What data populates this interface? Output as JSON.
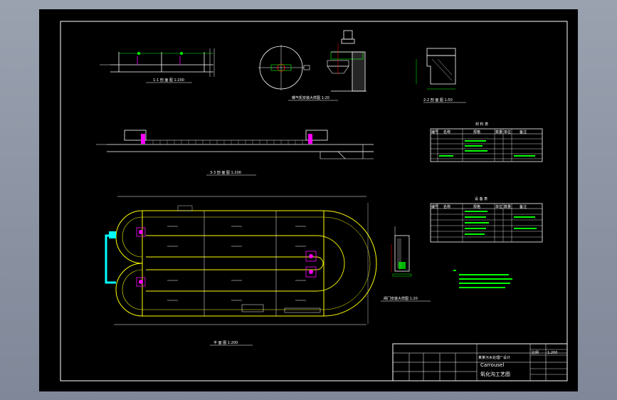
{
  "drawing": {
    "titles": {
      "section_1": "1-1 剖 面 图 1:200",
      "aerator_detail": "曝气机安装大样图 1:20",
      "section_2": "2-2 剖 面 图 1:50",
      "section_3": "3-3 剖 面 图 1:200",
      "plan": "平 面 图 1:200",
      "gate_detail": "闸门安装大样图 1:20"
    },
    "tables": {
      "materials_title": "材 料 表",
      "equipment_title": "设 备 表",
      "materials_header": [
        "编号",
        "名称",
        "规格",
        "数量",
        "单位",
        "备注"
      ],
      "equipment_header": [
        "编号",
        "名称",
        "规格",
        "单位",
        "数量",
        "备注"
      ]
    },
    "titleblock": {
      "project": "某某污水处理厂设计",
      "drawing_name_en": "Carrousel",
      "drawing_name": "氧化沟工艺图",
      "scale_label": "比例",
      "scale_value": "1:200"
    },
    "colors": {
      "background": "#000000",
      "frame": "#ffffff",
      "walls": "#ffff00",
      "dims": "#00ff00",
      "equipment": "#ff00ff",
      "pipe": "#00ffff"
    }
  }
}
